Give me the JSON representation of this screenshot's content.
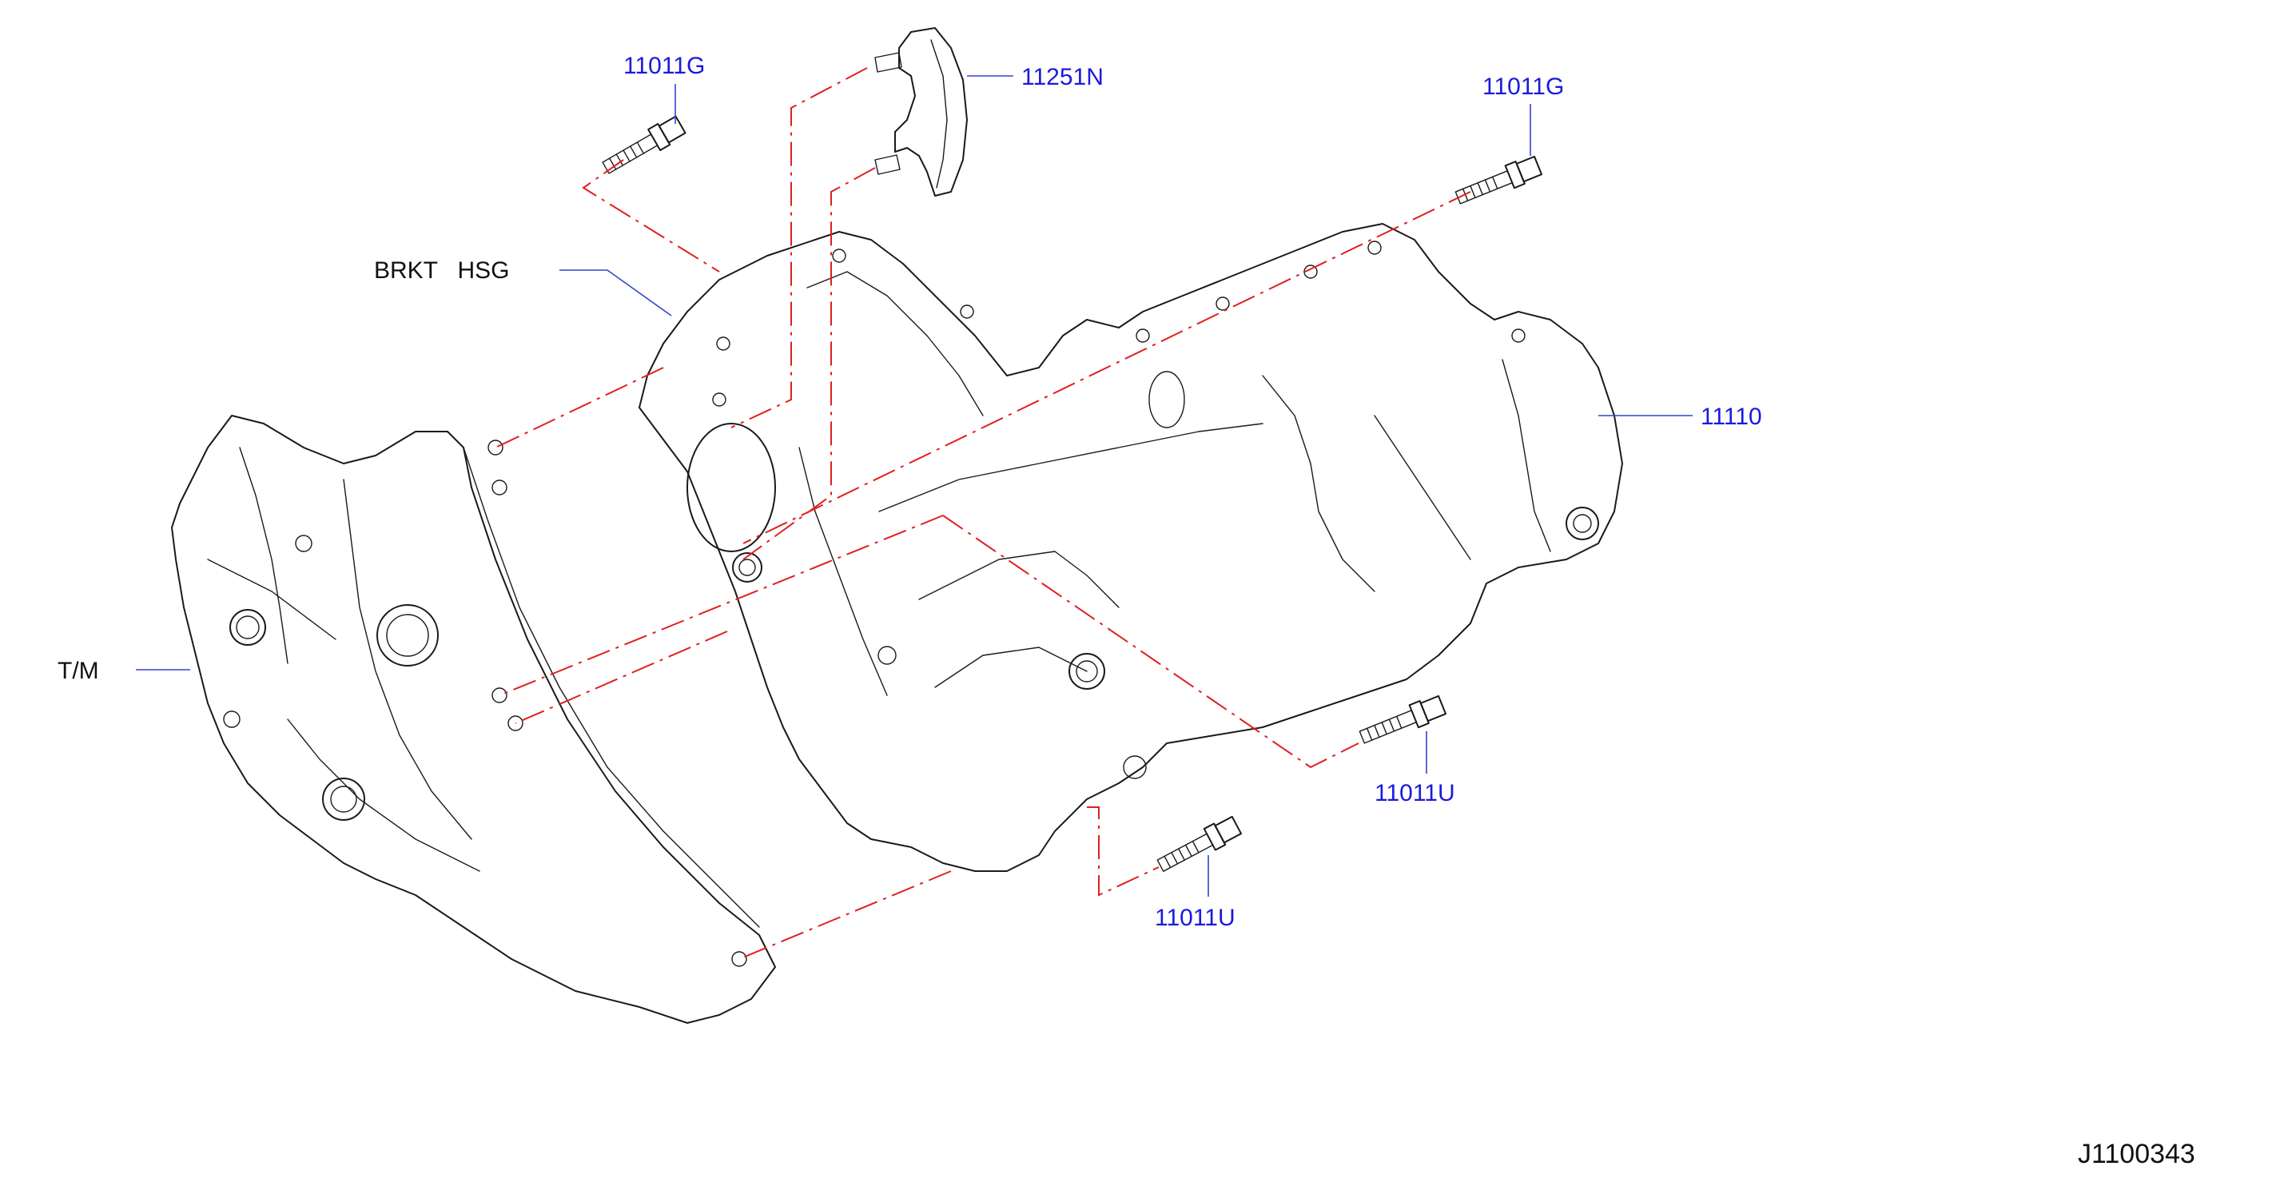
{
  "labels": {
    "bolt_top_left": "11011G",
    "bracket_part": "11251N",
    "bolt_top_right": "11011G",
    "brkt_hsg": "BRKT   HSG",
    "oil_pan": "11110",
    "transmission": "T/M",
    "bolt_right": "11011U",
    "bolt_bottom": "11011U",
    "diagram_code": "J1100343"
  },
  "colors": {
    "part_number": "#1a1adc",
    "leader": "#3344cc",
    "dash_line": "#e02020",
    "outline": "#1a1a1a"
  }
}
